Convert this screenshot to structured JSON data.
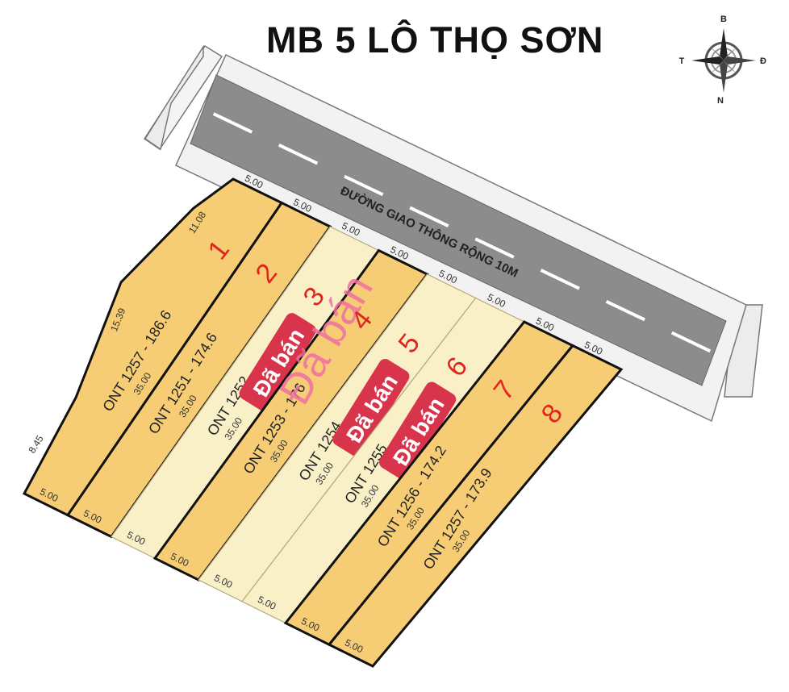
{
  "title": "MB 5 LÔ THỌ SƠN",
  "compass": {
    "north": "B",
    "south": "N",
    "east": "Đ",
    "west": "T"
  },
  "road": {
    "label": "ĐƯỜNG GIAO THÔNG RỘNG 10M"
  },
  "side_dims": [
    "11.08",
    "15.39",
    "8.45"
  ],
  "lot_depth": "35.00",
  "sold_label": "Đã bán",
  "watermark": "Đã bán",
  "colors": {
    "available": "#f6cd74",
    "sold": "#faf0c8",
    "sold_badge": "#d8344c",
    "number": "#e0241e",
    "road": "#8c8c8c"
  },
  "lots": [
    {
      "number": "1",
      "code": "ONT 1257 - 186.6",
      "front": "5.00",
      "back": "5.00",
      "sold": false
    },
    {
      "number": "2",
      "code": "ONT 1251 - 174.6",
      "front": "5.00",
      "back": "5.00",
      "sold": false
    },
    {
      "number": "3",
      "code": "ONT 1252",
      "front": "5.00",
      "back": "5.00",
      "sold": true
    },
    {
      "number": "4",
      "code": "ONT 1253 - 176",
      "front": "5.00",
      "back": "5.00",
      "sold": false
    },
    {
      "number": "5",
      "code": "ONT 1254",
      "front": "5.00",
      "back": "5.00",
      "sold": true
    },
    {
      "number": "6",
      "code": "ONT 1255",
      "front": "5.00",
      "back": "5.00",
      "sold": true
    },
    {
      "number": "7",
      "code": "ONT 1256 - 174.2",
      "front": "5.00",
      "back": "5.00",
      "sold": false
    },
    {
      "number": "8",
      "code": "ONT 1257 - 173.9",
      "front": "5.00",
      "back": "5.00",
      "sold": false
    }
  ]
}
